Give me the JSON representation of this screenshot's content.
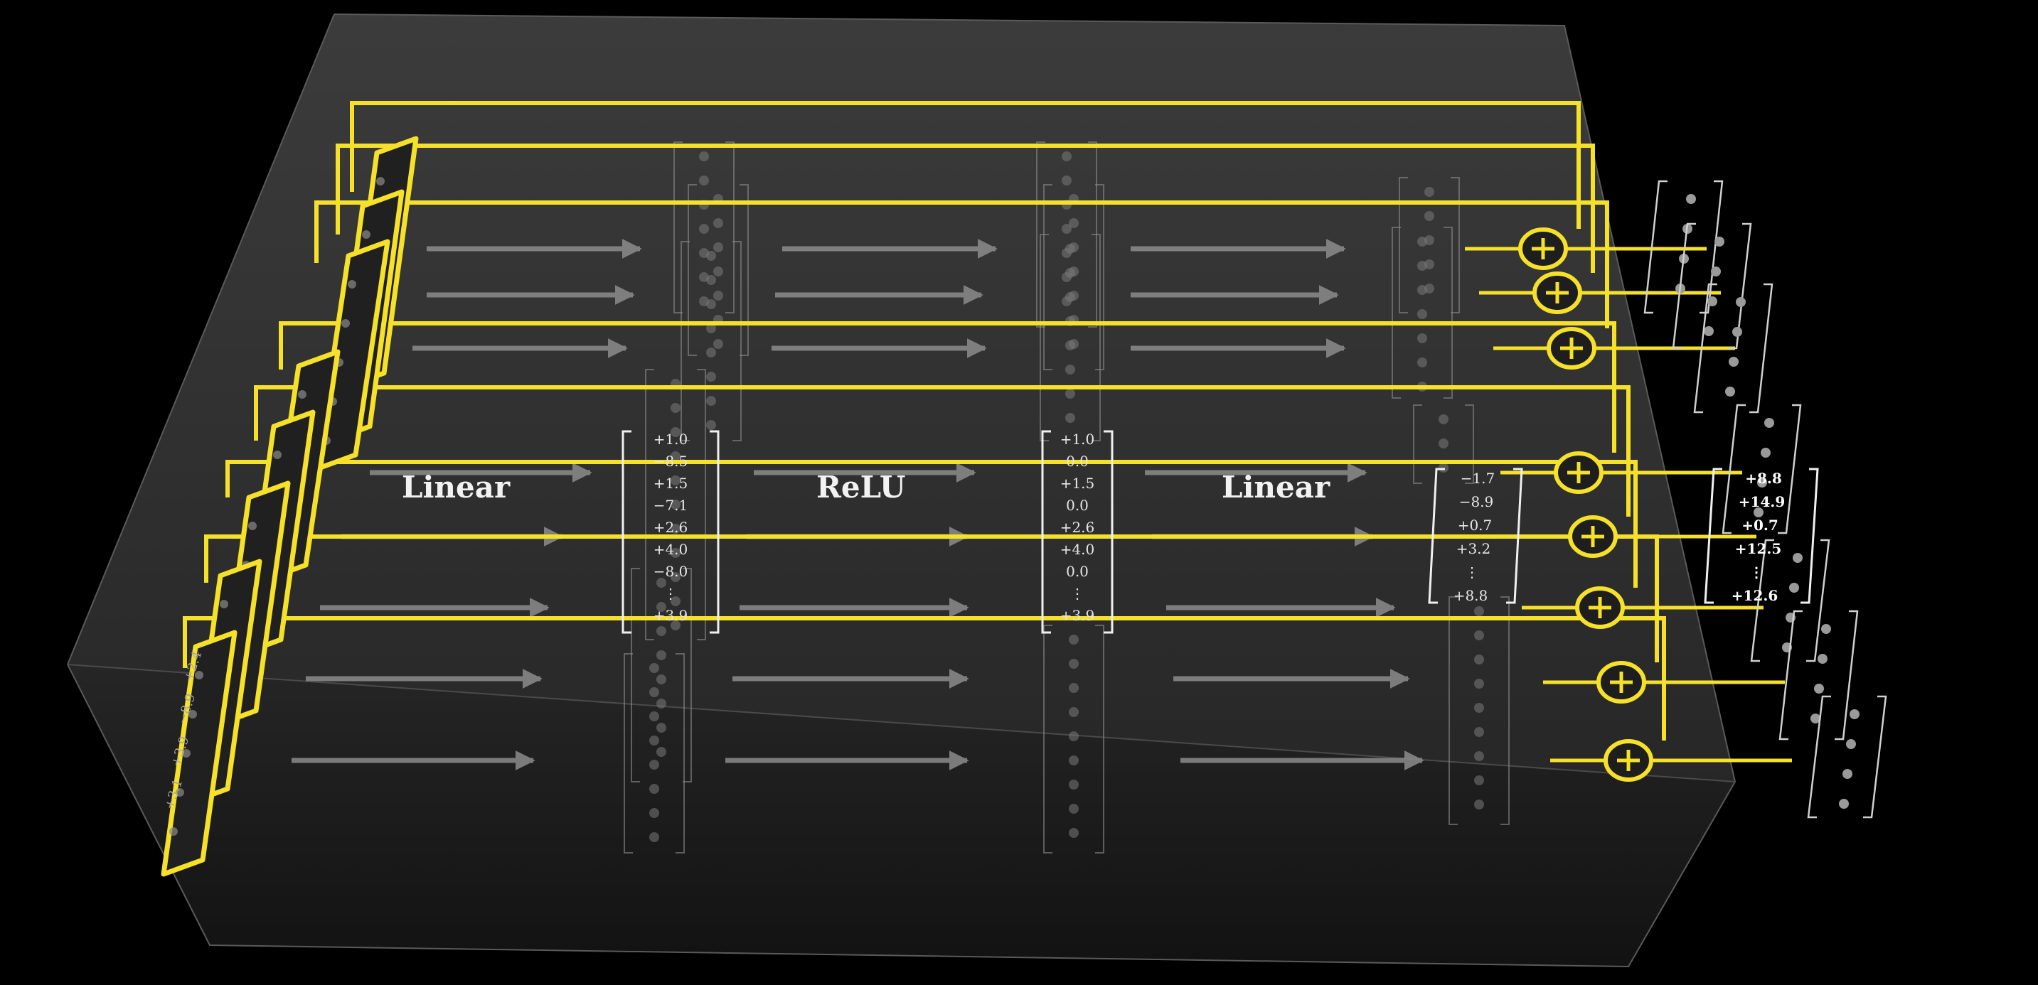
{
  "stages": {
    "linear1": "Linear",
    "relu": "ReLU",
    "linear2": "Linear"
  },
  "vectors": {
    "hidden_pre_activation": [
      "+1.0",
      "−8.5",
      "+1.5",
      "−7.1",
      "+2.6",
      "+4.0",
      "−8.0",
      "⋮",
      "+3.9"
    ],
    "hidden_post_relu": [
      "+1.0",
      "0.0",
      "+1.5",
      "0.0",
      "+2.6",
      "+4.0",
      "0.0",
      "⋮",
      "+3.9"
    ],
    "mlp_output": [
      "−1.7",
      "−8.9",
      "+0.7",
      "+3.2",
      "⋮",
      "+8.8"
    ],
    "residual_sum": [
      "+8.8",
      "+14.9",
      "+0.7",
      "+12.5",
      "⋮",
      "+12.6"
    ],
    "input_first": [
      "+2.4",
      "−8.9",
      "+3.9",
      "+3.1"
    ]
  },
  "colors": {
    "residual_line": "#f5e02a",
    "arrow": "#8c8c8c",
    "box_front": "#1a1a1a",
    "box_top": "#3b3b3b"
  },
  "icons": {
    "add": "circled-plus-icon",
    "arrow": "right-arrow-icon"
  },
  "token_count": 8
}
